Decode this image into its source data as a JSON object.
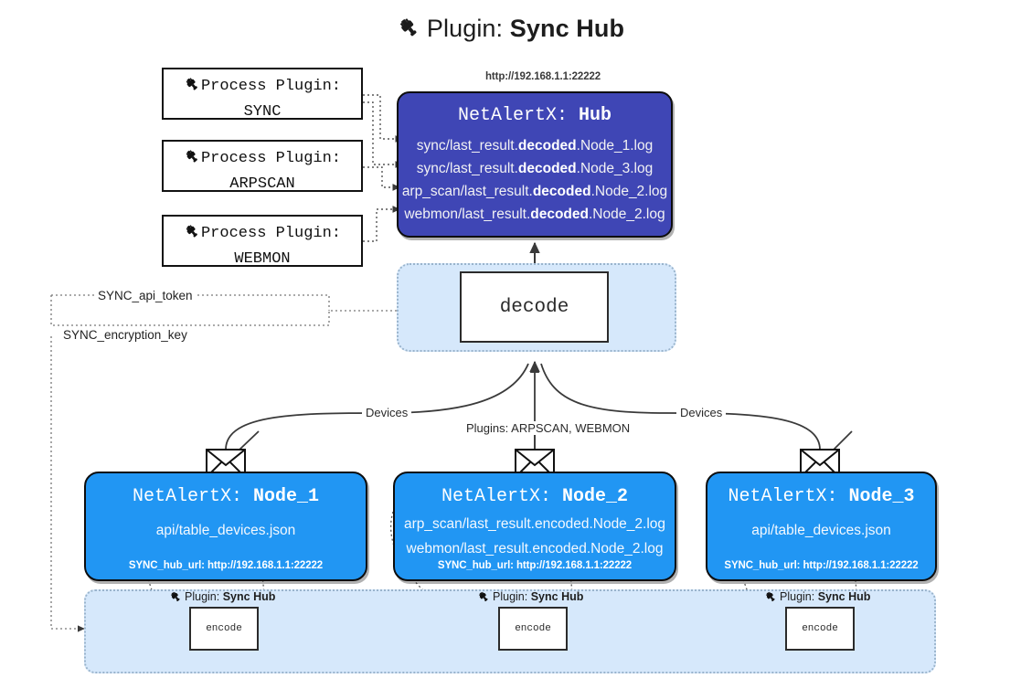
{
  "header": {
    "icon": "plug-icon",
    "prefix": "Plugin:",
    "title": "Sync Hub"
  },
  "process_plugins": [
    {
      "icon": "plug-icon",
      "line1": "Process Plugin:",
      "line2": "SYNC"
    },
    {
      "icon": "plug-icon",
      "line1": "Process Plugin:",
      "line2": "ARPSCAN"
    },
    {
      "icon": "plug-icon",
      "line1": "Process Plugin:",
      "line2": "WEBMON"
    }
  ],
  "hub": {
    "url": "http://192.168.1.1:22222",
    "title_prefix": "NetAlertX:",
    "title_name": "Hub",
    "logs": [
      {
        "pre": "sync/last_result.",
        "bold": "decoded",
        "post": ".Node_1.log"
      },
      {
        "pre": "sync/last_result.",
        "bold": "decoded",
        "post": ".Node_3.log"
      },
      {
        "pre": "arp_scan/last_result.",
        "bold": "decoded",
        "post": ".Node_2.log"
      },
      {
        "pre": "webmon/last_result.",
        "bold": "decoded",
        "post": ".Node_2.log"
      }
    ]
  },
  "decode": {
    "label": "decode"
  },
  "config_vars": {
    "api_token": "SYNC_api_token",
    "encryption_key": "SYNC_encryption_key"
  },
  "edge_labels": {
    "devices_left": "Devices",
    "plugins_center": "Plugins: ARPSCAN, WEBMON",
    "devices_right": "Devices"
  },
  "nodes": [
    {
      "icon": "envelope-icon",
      "title_prefix": "NetAlertX:",
      "title_name": "Node_1",
      "lines": [
        "api/table_devices.json"
      ],
      "hub_url": "SYNC_hub_url: http://192.168.1.1:22222"
    },
    {
      "icon": "envelope-icon",
      "title_prefix": "NetAlertX:",
      "title_name": "Node_2",
      "lines": [
        "arp_scan/last_result.encoded.Node_2.log",
        "webmon/last_result.encoded.Node_2.log"
      ],
      "hub_url": "SYNC_hub_url: http://192.168.1.1:22222"
    },
    {
      "icon": "envelope-icon",
      "title_prefix": "NetAlertX:",
      "title_name": "Node_3",
      "lines": [
        "api/table_devices.json"
      ],
      "hub_url": "SYNC_hub_url: http://192.168.1.1:22222"
    }
  ],
  "encoders": [
    {
      "icon": "plug-icon",
      "caption_prefix": "Plugin:",
      "caption_name": "Sync Hub",
      "label": "encode"
    },
    {
      "icon": "plug-icon",
      "caption_prefix": "Plugin:",
      "caption_name": "Sync Hub",
      "label": "encode"
    },
    {
      "icon": "plug-icon",
      "caption_prefix": "Plugin:",
      "caption_name": "Sync Hub",
      "label": "encode"
    }
  ],
  "colors": {
    "hub_fill": "#3f46b5",
    "node_fill": "#2196f3",
    "panel_fill": "#d6e8fb",
    "panel_border": "#9ab4cc",
    "stroke": "#2b2b2b"
  }
}
